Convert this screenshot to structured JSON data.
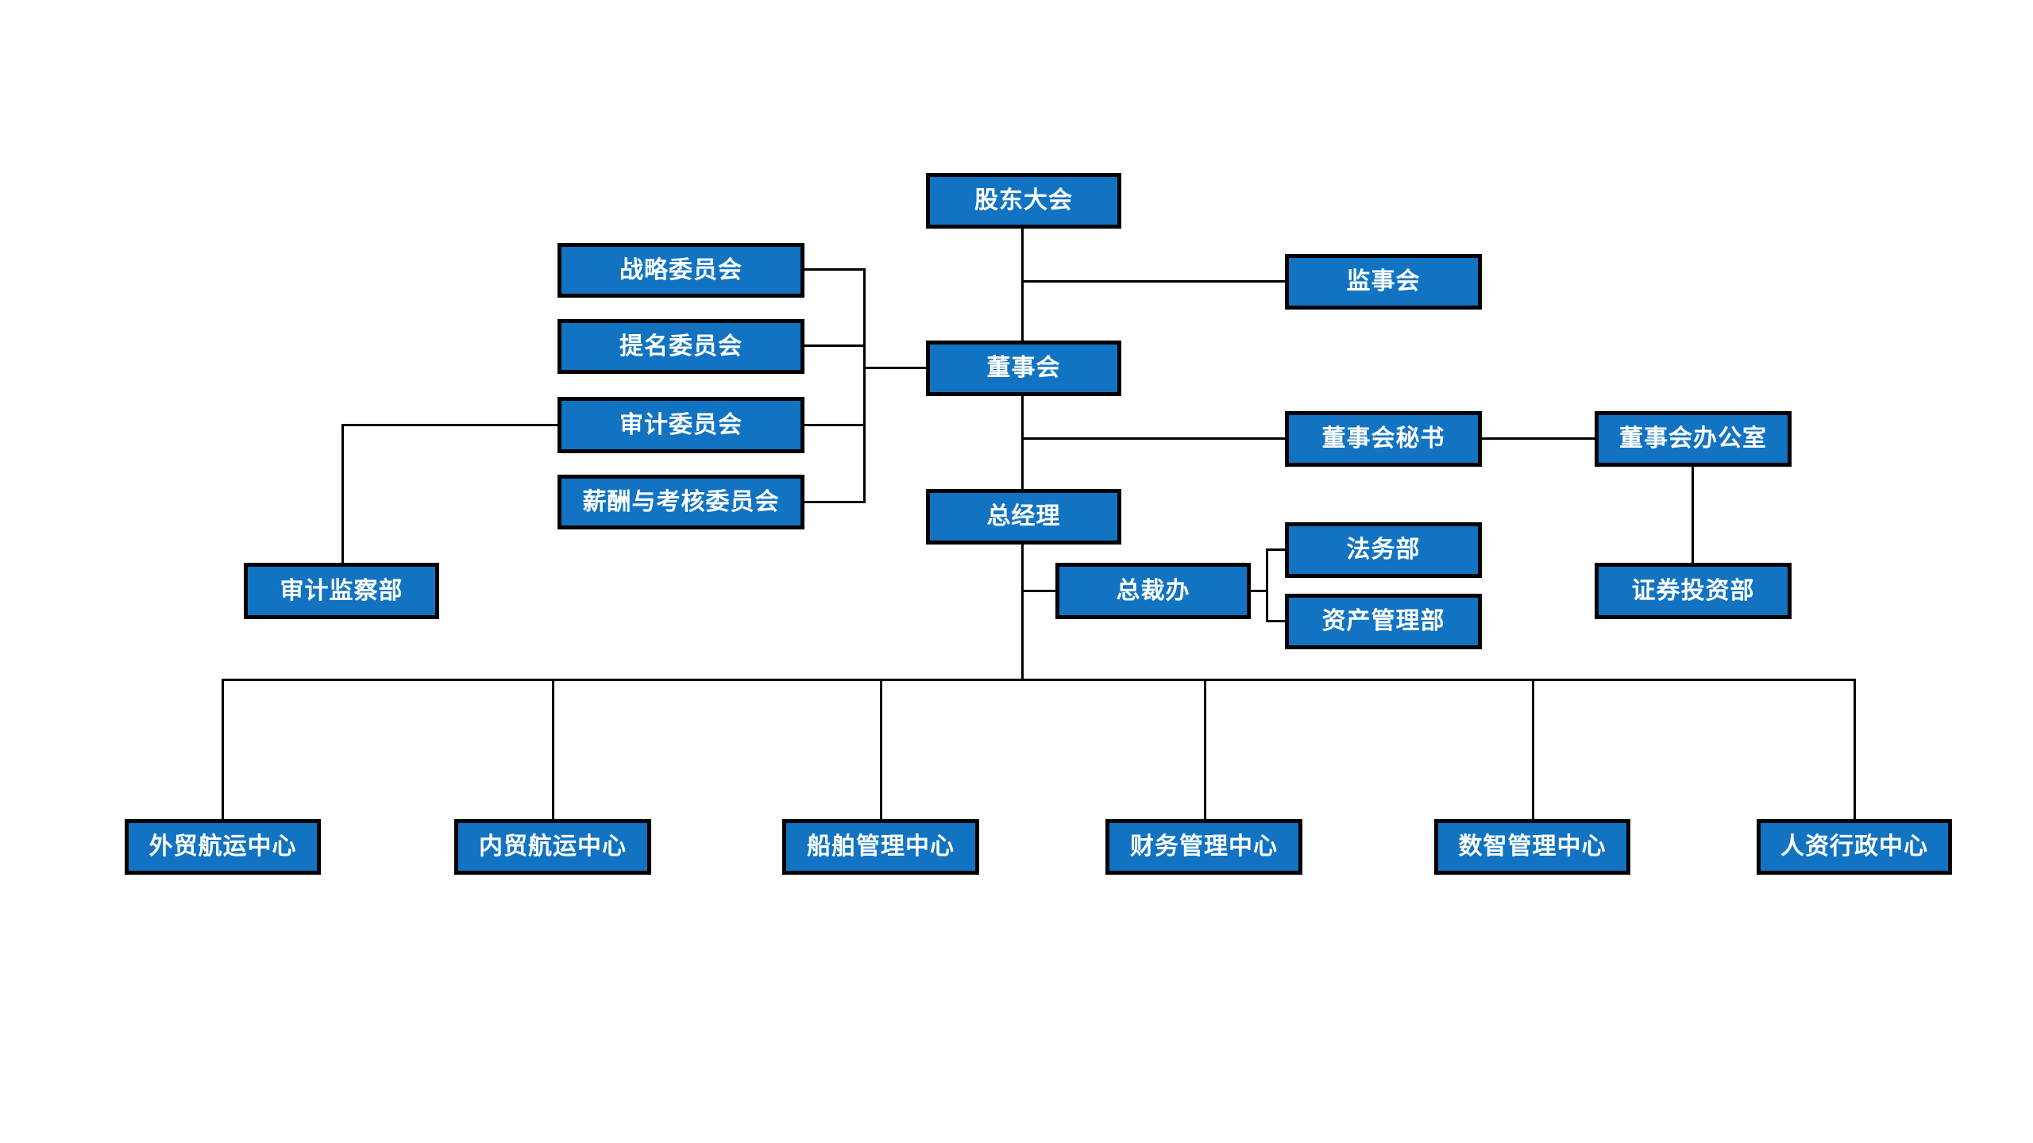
{
  "diagram": {
    "type": "org-chart",
    "colors": {
      "bg": "#FFFFFF",
      "box-fill": "#1173C2",
      "box-border": "#000000",
      "text": "#FFFFFF",
      "line": "#000000"
    },
    "nodes": {
      "shareholders": "股东大会",
      "supervisory": "监事会",
      "strategy": "战略委员会",
      "nomination": "提名委员会",
      "audit_committee": "审计委员会",
      "compensation": "薪酬与考核委员会",
      "board": "董事会",
      "board_secretary": "董事会秘书",
      "board_office": "董事会办公室",
      "general_manager": "总经理",
      "audit_supervision": "审计监察部",
      "president_office": "总裁办",
      "legal": "法务部",
      "asset_management": "资产管理部",
      "securities": "证券投资部",
      "foreign_trade": "外贸航运中心",
      "domestic_trade": "内贸航运中心",
      "ship_management": "船舶管理中心",
      "finance": "财务管理中心",
      "digital": "数智管理中心",
      "hr_admin": "人资行政中心"
    },
    "edges": [
      [
        "shareholders",
        "board"
      ],
      [
        "shareholders",
        "supervisory"
      ],
      [
        "strategy",
        "board"
      ],
      [
        "nomination",
        "board"
      ],
      [
        "audit_committee",
        "board"
      ],
      [
        "compensation",
        "board"
      ],
      [
        "audit_committee",
        "audit_supervision"
      ],
      [
        "board",
        "general_manager"
      ],
      [
        "board",
        "board_secretary"
      ],
      [
        "board_secretary",
        "board_office"
      ],
      [
        "board_office",
        "securities"
      ],
      [
        "general_manager",
        "president_office"
      ],
      [
        "president_office",
        "legal"
      ],
      [
        "president_office",
        "asset_management"
      ],
      [
        "general_manager",
        "foreign_trade"
      ],
      [
        "general_manager",
        "domestic_trade"
      ],
      [
        "general_manager",
        "ship_management"
      ],
      [
        "general_manager",
        "finance"
      ],
      [
        "general_manager",
        "digital"
      ],
      [
        "general_manager",
        "hr_admin"
      ]
    ]
  }
}
